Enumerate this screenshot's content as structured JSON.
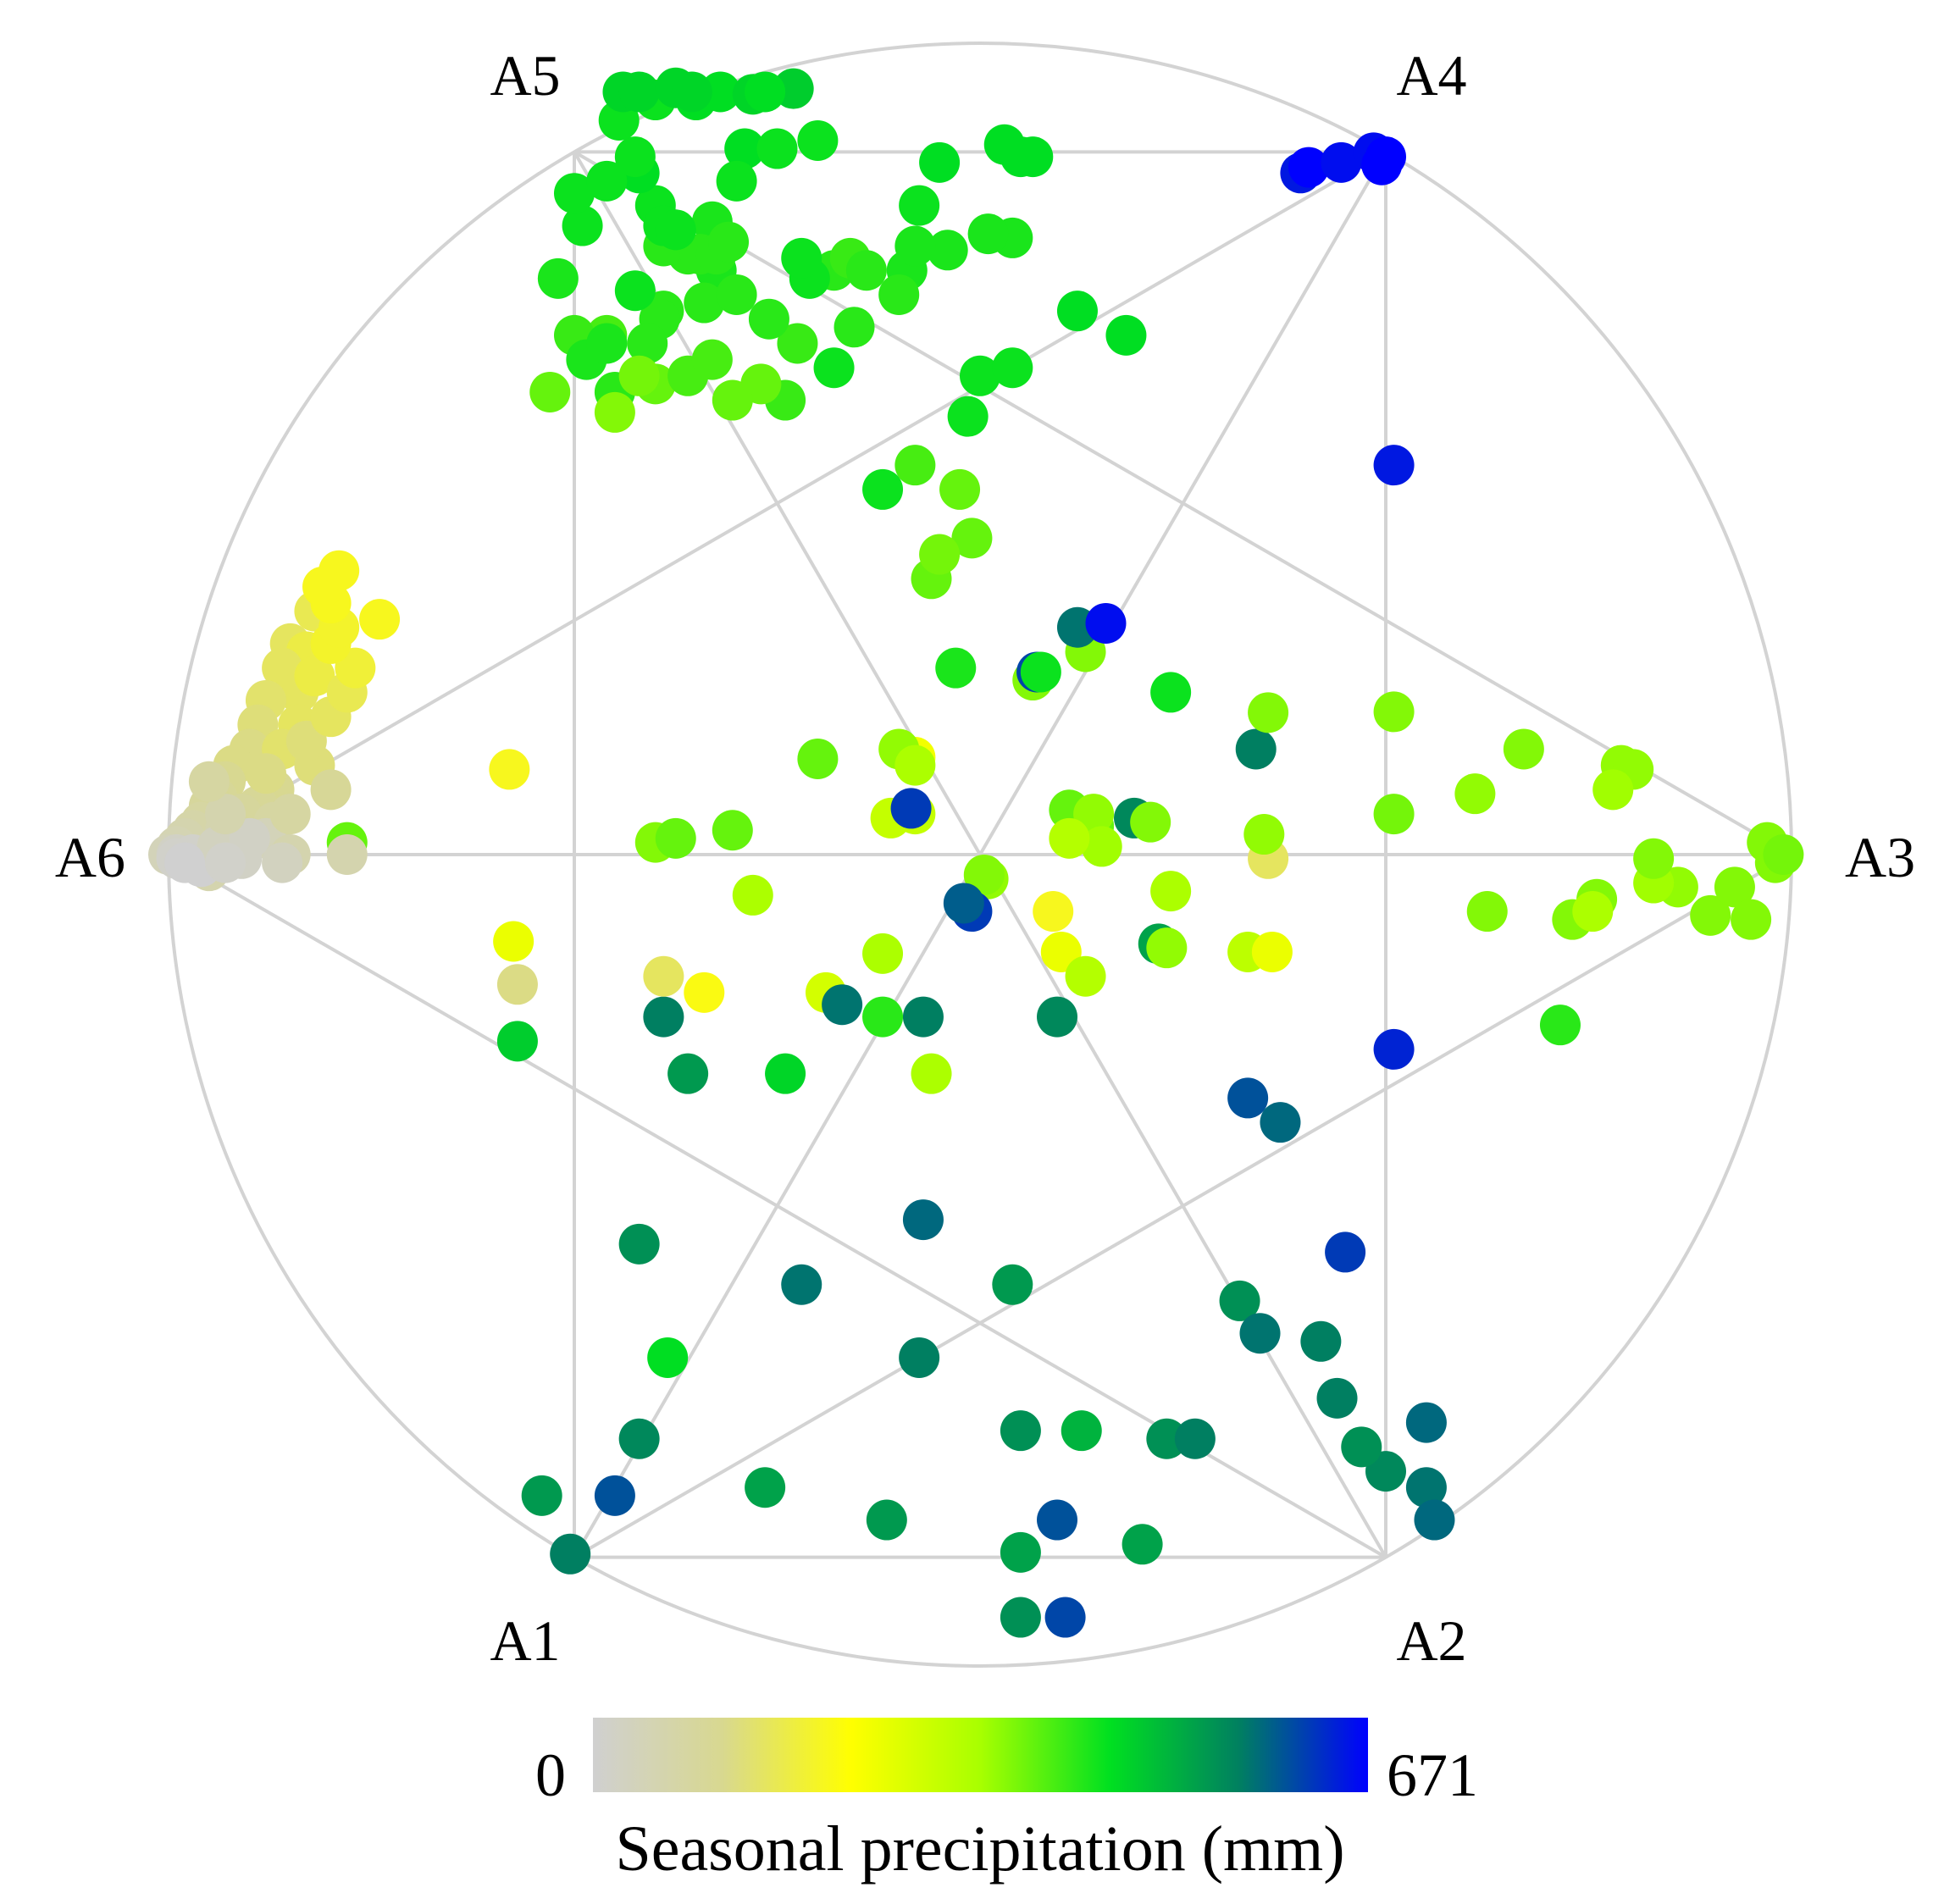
{
  "chart_data": {
    "type": "scatter",
    "title": "",
    "axes": [
      "A1",
      "A2",
      "A3",
      "A4",
      "A5",
      "A6"
    ],
    "colorbar": {
      "min": 0,
      "max": 671,
      "min_label": "0",
      "max_label": "671",
      "title": "Seasonal precipitation (mm)",
      "stops": [
        "#d0d0d0",
        "#d8d890",
        "#ffff00",
        "#a8ff00",
        "#00e020",
        "#008060",
        "#0000ff"
      ]
    },
    "grid": true,
    "grid_color": "#d3d3d3",
    "points": [
      [
        -0.505,
        -0.862,
        560
      ],
      [
        -0.54,
        -0.79,
        530
      ],
      [
        -0.45,
        -0.79,
        600
      ],
      [
        -0.42,
        -0.72,
        550
      ],
      [
        -0.42,
        -0.48,
        540
      ],
      [
        -0.385,
        -0.62,
        450
      ],
      [
        -0.265,
        -0.78,
        520
      ],
      [
        -0.115,
        -0.82,
        530
      ],
      [
        -0.07,
        -0.45,
        580
      ],
      [
        0.04,
        -0.53,
        530
      ],
      [
        0.05,
        -0.86,
        520
      ],
      [
        0.05,
        -0.94,
        540
      ],
      [
        0.095,
        -0.82,
        600
      ],
      [
        0.105,
        -0.94,
        610
      ],
      [
        0.05,
        -0.71,
        540
      ],
      [
        0.125,
        -0.71,
        500
      ],
      [
        0.23,
        -0.72,
        540
      ],
      [
        0.2,
        -0.85,
        520
      ],
      [
        0.32,
        -0.55,
        540
      ],
      [
        0.345,
        -0.59,
        570
      ],
      [
        0.42,
        -0.6,
        560
      ],
      [
        0.265,
        -0.72,
        560
      ],
      [
        0.44,
        -0.67,
        560
      ],
      [
        0.5,
        -0.76,
        550
      ],
      [
        0.47,
        -0.73,
        540
      ],
      [
        0.55,
        -0.78,
        570
      ],
      [
        0.55,
        -0.7,
        580
      ],
      [
        0.56,
        -0.82,
        580
      ],
      [
        -0.075,
        -0.62,
        560
      ],
      [
        -0.22,
        -0.53,
        570
      ],
      [
        -0.57,
        -0.23,
        470
      ],
      [
        -0.575,
        -0.107,
        250
      ],
      [
        -0.57,
        -0.16,
        120
      ],
      [
        -0.39,
        -0.2,
        560
      ],
      [
        -0.36,
        -0.27,
        530
      ],
      [
        -0.34,
        -0.17,
        210
      ],
      [
        -0.39,
        -0.15,
        150
      ],
      [
        -0.19,
        -0.17,
        280
      ],
      [
        -0.24,
        -0.27,
        460
      ],
      [
        -0.28,
        -0.05,
        330
      ],
      [
        -0.17,
        -0.185,
        570
      ],
      [
        -0.07,
        -0.2,
        560
      ],
      [
        -0.12,
        -0.2,
        420
      ],
      [
        -0.06,
        -0.27,
        330
      ],
      [
        0.095,
        -0.2,
        550
      ],
      [
        -0.12,
        -0.122,
        330
      ],
      [
        0.01,
        -0.03,
        350
      ],
      [
        0.09,
        -0.07,
        200
      ],
      [
        0.1,
        -0.12,
        250
      ],
      [
        0.13,
        -0.15,
        320
      ],
      [
        0.22,
        -0.11,
        520
      ],
      [
        0.23,
        -0.115,
        350
      ],
      [
        0.33,
        -0.12,
        310
      ],
      [
        0.355,
        -0.005,
        150
      ],
      [
        0.36,
        -0.12,
        250
      ],
      [
        0.235,
        -0.045,
        330
      ],
      [
        -0.4,
        0.015,
        360
      ],
      [
        -0.305,
        0.03,
        380
      ],
      [
        -0.375,
        0.02,
        380
      ],
      [
        -0.78,
        0.015,
        380
      ],
      [
        -0.58,
        0.105,
        200
      ],
      [
        -0.2,
        0.118,
        380
      ],
      [
        -0.08,
        0.12,
        240
      ],
      [
        -0.1,
        0.13,
        350
      ],
      [
        -0.08,
        0.11,
        330
      ],
      [
        -0.08,
        0.05,
        300
      ],
      [
        -0.11,
        0.045,
        300
      ],
      [
        -0.085,
        0.057,
        620
      ],
      [
        0.005,
        -0.025,
        360
      ],
      [
        -0.01,
        -0.07,
        620
      ],
      [
        -0.02,
        -0.06,
        590
      ],
      [
        0.11,
        0.055,
        380
      ],
      [
        0.14,
        0.035,
        380
      ],
      [
        0.14,
        0.05,
        350
      ],
      [
        0.15,
        0.01,
        340
      ],
      [
        0.11,
        0.02,
        320
      ],
      [
        0.19,
        0.045,
        550
      ],
      [
        0.21,
        0.04,
        360
      ],
      [
        0.35,
        0.025,
        350
      ],
      [
        0.34,
        0.13,
        560
      ],
      [
        0.355,
        0.175,
        360
      ],
      [
        0.51,
        0.176,
        360
      ],
      [
        0.51,
        0.05,
        370
      ],
      [
        0.61,
        0.075,
        350
      ],
      [
        0.67,
        0.13,
        360
      ],
      [
        0.79,
        0.11,
        350
      ],
      [
        0.805,
        0.105,
        350
      ],
      [
        0.78,
        0.08,
        340
      ],
      [
        0.97,
        0.015,
        360
      ],
      [
        0.98,
        -0.01,
        360
      ],
      [
        0.86,
        -0.04,
        350
      ],
      [
        0.9,
        -0.075,
        360
      ],
      [
        0.83,
        -0.035,
        340
      ],
      [
        0.83,
        -0.005,
        360
      ],
      [
        0.76,
        -0.055,
        360
      ],
      [
        0.73,
        -0.08,
        360
      ],
      [
        0.755,
        -0.07,
        330
      ],
      [
        0.625,
        -0.07,
        360
      ],
      [
        0.99,
        0.0,
        370
      ],
      [
        0.93,
        -0.04,
        360
      ],
      [
        0.95,
        -0.08,
        360
      ],
      [
        0.715,
        -0.21,
        420
      ],
      [
        0.51,
        -0.24,
        640
      ],
      [
        0.45,
        -0.49,
        620
      ],
      [
        0.33,
        -0.3,
        600
      ],
      [
        0.37,
        -0.33,
        580
      ],
      [
        0.065,
        0.215,
        360
      ],
      [
        0.13,
        0.25,
        360
      ],
      [
        -0.03,
        0.23,
        430
      ],
      [
        0.235,
        0.2,
        440
      ],
      [
        0.07,
        0.225,
        610
      ],
      [
        0.075,
        0.225,
        440
      ],
      [
        0.12,
        0.28,
        570
      ],
      [
        0.155,
        0.285,
        660
      ],
      [
        -0.06,
        0.34,
        380
      ],
      [
        -0.01,
        0.39,
        380
      ],
      [
        -0.05,
        0.37,
        370
      ],
      [
        -0.025,
        0.45,
        380
      ],
      [
        -0.08,
        0.48,
        400
      ],
      [
        -0.12,
        0.45,
        440
      ],
      [
        0.51,
        0.48,
        650
      ],
      [
        -0.18,
        0.6,
        440
      ],
      [
        -0.225,
        0.63,
        410
      ],
      [
        -0.24,
        0.56,
        410
      ],
      [
        -0.26,
        0.66,
        420
      ],
      [
        -0.015,
        0.54,
        440
      ],
      [
        0.0,
        0.59,
        440
      ],
      [
        0.04,
        0.6,
        440
      ],
      [
        -0.155,
        0.65,
        420
      ],
      [
        -0.18,
        0.72,
        420
      ],
      [
        -0.16,
        0.735,
        410
      ],
      [
        -0.09,
        0.72,
        430
      ],
      [
        0.04,
        0.76,
        430
      ],
      [
        0.01,
        0.765,
        430
      ],
      [
        -0.04,
        0.745,
        430
      ],
      [
        -0.08,
        0.75,
        430
      ],
      [
        -0.1,
        0.69,
        420
      ],
      [
        -0.14,
        0.72,
        420
      ],
      [
        0.12,
        0.67,
        450
      ],
      [
        0.18,
        0.64,
        450
      ],
      [
        -0.29,
        0.87,
        450
      ],
      [
        -0.25,
        0.87,
        440
      ],
      [
        -0.3,
        0.83,
        440
      ],
      [
        -0.33,
        0.78,
        430
      ],
      [
        -0.36,
        0.74,
        420
      ],
      [
        -0.46,
        0.64,
        400
      ],
      [
        -0.5,
        0.64,
        410
      ],
      [
        -0.53,
        0.57,
        380
      ],
      [
        -0.4,
        0.58,
        380
      ],
      [
        -0.27,
        0.58,
        380
      ],
      [
        -0.45,
        0.57,
        420
      ],
      [
        -0.36,
        0.59,
        400
      ],
      [
        -0.33,
        0.61,
        400
      ],
      [
        -0.39,
        0.67,
        420
      ],
      [
        -0.395,
        0.66,
        420
      ],
      [
        -0.41,
        0.63,
        420
      ],
      [
        -0.325,
        0.72,
        430
      ],
      [
        -0.34,
        0.68,
        420
      ],
      [
        -0.3,
        0.69,
        420
      ],
      [
        -0.305,
        0.56,
        380
      ],
      [
        -0.42,
        0.59,
        370
      ],
      [
        -0.45,
        0.545,
        360
      ],
      [
        -0.485,
        0.61,
        430
      ],
      [
        -0.46,
        0.63,
        430
      ],
      [
        -0.425,
        0.695,
        440
      ],
      [
        -0.52,
        0.71,
        430
      ],
      [
        -0.49,
        0.775,
        440
      ],
      [
        -0.5,
        0.815,
        440
      ],
      [
        -0.39,
        0.75,
        420
      ],
      [
        -0.345,
        0.74,
        420
      ],
      [
        -0.325,
        0.74,
        420
      ],
      [
        -0.31,
        0.755,
        420
      ],
      [
        -0.4,
        0.8,
        440
      ],
      [
        -0.42,
        0.84,
        450
      ],
      [
        -0.21,
        0.71,
        440
      ],
      [
        -0.22,
        0.735,
        440
      ],
      [
        -0.425,
        0.86,
        440
      ],
      [
        -0.39,
        0.775,
        440
      ],
      [
        -0.375,
        0.77,
        440
      ],
      [
        -0.46,
        0.83,
        440
      ],
      [
        -0.445,
        0.905,
        440
      ],
      [
        -0.4,
        0.93,
        440
      ],
      [
        -0.35,
        0.93,
        450
      ],
      [
        -0.32,
        0.94,
        450
      ],
      [
        -0.28,
        0.937,
        460
      ],
      [
        -0.2,
        0.88,
        440
      ],
      [
        -0.44,
        0.94,
        460
      ],
      [
        -0.42,
        0.94,
        460
      ],
      [
        -0.375,
        0.945,
        460
      ],
      [
        -0.355,
        0.94,
        460
      ],
      [
        -0.23,
        0.944,
        470
      ],
      [
        -0.265,
        0.94,
        450
      ],
      [
        0.065,
        0.86,
        450
      ],
      [
        0.03,
        0.875,
        450
      ],
      [
        0.05,
        0.86,
        450
      ],
      [
        -0.05,
        0.853,
        450
      ],
      [
        -0.075,
        0.8,
        440
      ],
      [
        0.395,
        0.84,
        650
      ],
      [
        0.405,
        0.847,
        670
      ],
      [
        0.445,
        0.853,
        660
      ],
      [
        0.485,
        0.865,
        660
      ],
      [
        0.495,
        0.85,
        671
      ],
      [
        0.5,
        0.86,
        671
      ],
      [
        -0.79,
        0.35,
        200
      ],
      [
        -0.85,
        0.26,
        150
      ],
      [
        -0.82,
        0.3,
        160
      ],
      [
        -0.83,
        0.25,
        170
      ],
      [
        -0.86,
        0.23,
        150
      ],
      [
        -0.84,
        0.2,
        150
      ],
      [
        -0.88,
        0.19,
        140
      ],
      [
        -0.89,
        0.16,
        130
      ],
      [
        -0.9,
        0.13,
        120
      ],
      [
        -0.92,
        0.11,
        120
      ],
      [
        -0.93,
        0.09,
        110
      ],
      [
        -0.94,
        0.07,
        100
      ],
      [
        -0.95,
        0.06,
        90
      ],
      [
        -0.96,
        0.04,
        80
      ],
      [
        -0.97,
        0.03,
        70
      ],
      [
        -0.98,
        0.02,
        60
      ],
      [
        -0.99,
        0.01,
        50
      ],
      [
        -1.0,
        0.0,
        40
      ],
      [
        -0.96,
        -0.01,
        50
      ],
      [
        -0.95,
        -0.02,
        60
      ],
      [
        -0.97,
        -0.01,
        30
      ],
      [
        -0.99,
        0.0,
        20
      ],
      [
        -0.97,
        0.0,
        10
      ],
      [
        -0.96,
        -0.015,
        0
      ],
      [
        -0.82,
        0.22,
        170
      ],
      [
        -0.84,
        0.16,
        150
      ],
      [
        -0.86,
        0.13,
        140
      ],
      [
        -0.82,
        0.11,
        130
      ],
      [
        -0.87,
        0.08,
        110
      ],
      [
        -0.89,
        0.06,
        100
      ],
      [
        -0.91,
        0.05,
        90
      ],
      [
        -0.87,
        0.04,
        80
      ],
      [
        -0.93,
        0.03,
        60
      ],
      [
        -0.88,
        0.02,
        40
      ],
      [
        -0.94,
        0.01,
        30
      ],
      [
        -0.91,
        -0.005,
        20
      ],
      [
        -0.85,
        0.05,
        80
      ],
      [
        -0.8,
        0.08,
        100
      ],
      [
        -0.83,
        0.14,
        130
      ],
      [
        -0.8,
        0.17,
        150
      ],
      [
        -0.78,
        0.2,
        160
      ],
      [
        -0.77,
        0.23,
        180
      ],
      [
        -0.8,
        0.26,
        190
      ],
      [
        -0.79,
        0.28,
        190
      ],
      [
        -0.8,
        0.31,
        200
      ],
      [
        -0.81,
        0.33,
        200
      ],
      [
        -0.74,
        0.29,
        200
      ],
      [
        -0.88,
        0.1,
        120
      ],
      [
        -0.85,
        0.0,
        60
      ],
      [
        -0.78,
        0.0,
        60
      ],
      [
        -0.86,
        -0.01,
        30
      ],
      [
        -0.9,
        0.02,
        20
      ],
      [
        -0.93,
        0.05,
        60
      ],
      [
        -0.95,
        0.09,
        80
      ],
      [
        -0.99,
        -0.005,
        10
      ],
      [
        -0.98,
        -0.01,
        0
      ],
      [
        -0.93,
        -0.01,
        10
      ]
    ]
  }
}
